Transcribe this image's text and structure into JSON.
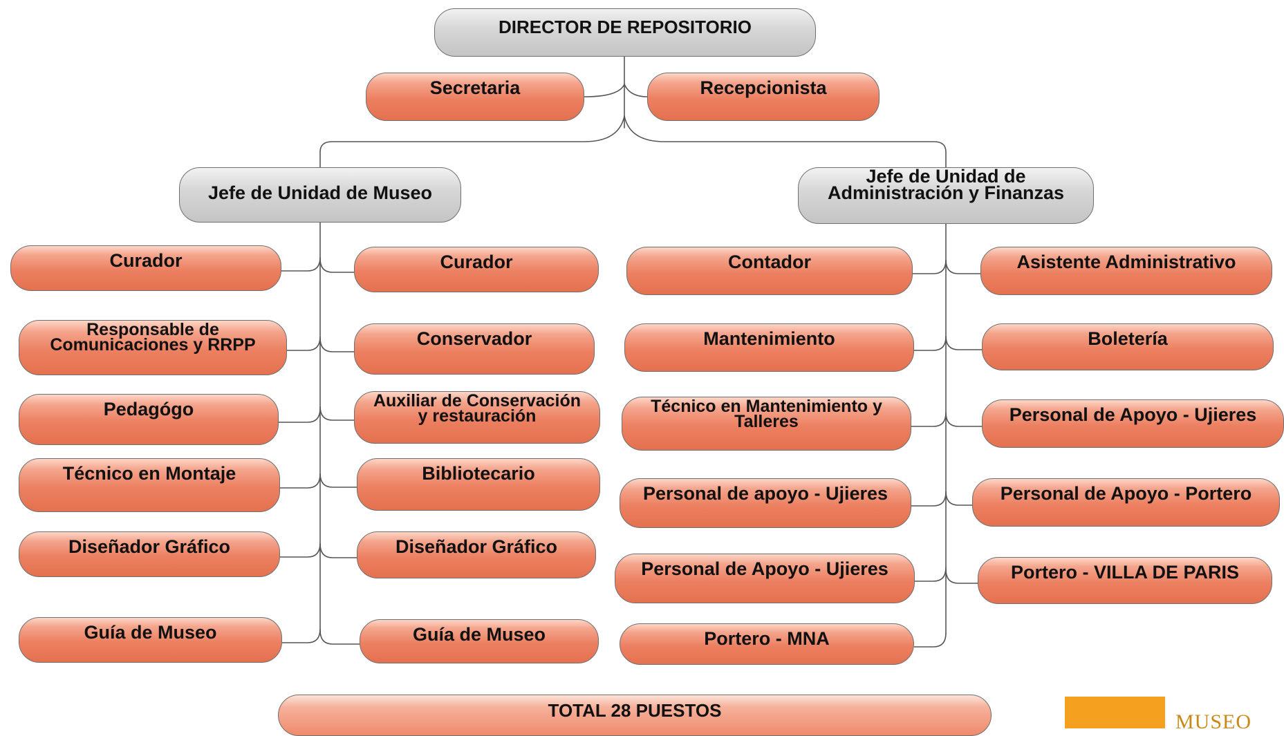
{
  "director": "DIRECTOR DE REPOSITORIO",
  "secretaria": "Secretaria",
  "recepcionista": "Recepcionista",
  "jefe_museo": "Jefe de Unidad de Museo",
  "jefe_admin": [
    "Jefe de Unidad de",
    "Administración y Finanzas"
  ],
  "museo_left": [
    [
      "Curador"
    ],
    [
      "Responsable de",
      "Comunicaciones y RRPP"
    ],
    [
      "Pedagógo"
    ],
    [
      "Técnico en Montaje"
    ],
    [
      "Diseñador Gráfico"
    ],
    [
      "Guía de Museo"
    ]
  ],
  "museo_right": [
    [
      "Curador"
    ],
    [
      "Conservador"
    ],
    [
      "Auxiliar de  Conservación",
      "y restauración"
    ],
    [
      "Bibliotecario"
    ],
    [
      "Diseñador Gráfico"
    ],
    [
      "Guía de Museo"
    ]
  ],
  "admin_left": [
    [
      "Contador"
    ],
    [
      "Mantenimiento"
    ],
    [
      "Técnico en Mantenimiento y",
      "Talleres"
    ],
    [
      "Personal de apoyo - Ujieres"
    ],
    [
      "Personal de Apoyo - Ujieres"
    ],
    [
      "Portero - MNA"
    ]
  ],
  "admin_right": [
    [
      "Asistente Administrativo"
    ],
    [
      "Boletería"
    ],
    [
      "Personal de Apoyo - Ujieres"
    ],
    [
      "Personal de Apoyo - Portero"
    ],
    [
      "Portero  - VILLA DE PARIS"
    ]
  ],
  "total": "TOTAL 28 PUESTOS",
  "logo_text": "MUSEO",
  "colors": {
    "orange_fill": "#ec8061",
    "gray_fill": "#c8c8c8",
    "logo_orange": "#f5a01e",
    "connector": "#555555"
  }
}
